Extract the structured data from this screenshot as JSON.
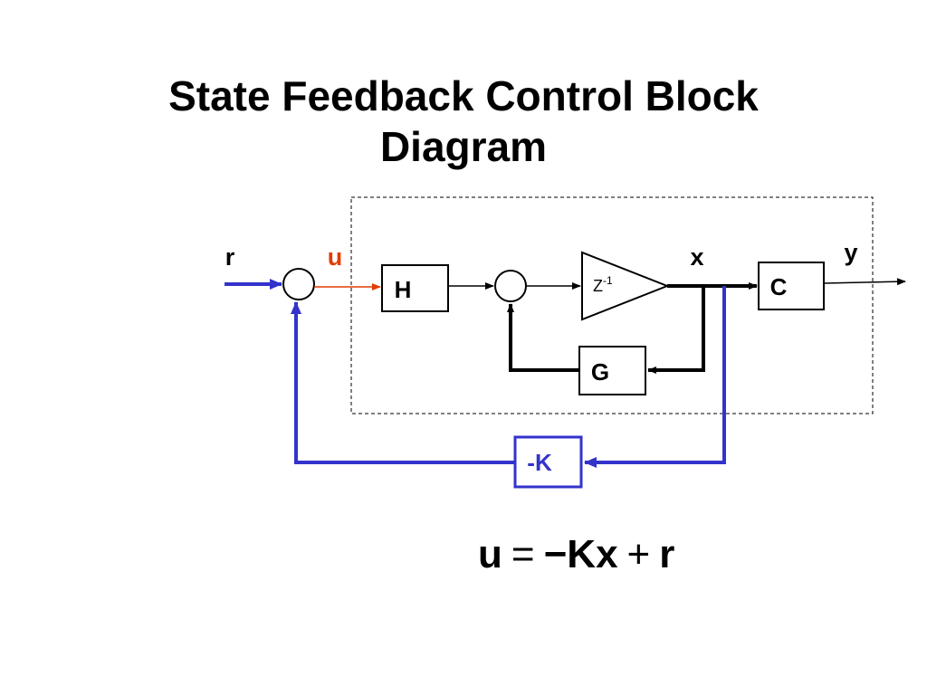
{
  "title": {
    "line1": "State Feedback Control Block",
    "line2": "Diagram"
  },
  "diagram": {
    "signals": {
      "reference": "r",
      "control": "u",
      "state": "x",
      "output": "y"
    },
    "blocks": {
      "input_matrix": "H",
      "delay_base": "Z",
      "delay_exponent": "-1",
      "state_matrix": "G",
      "output_matrix": "C",
      "feedback_gain": "-K"
    },
    "colors": {
      "feedback": "#3333cc",
      "control_signal": "#e03c00",
      "line": "#000000"
    }
  },
  "equation": {
    "lhs": "u",
    "equals": "=",
    "rhs_term": "−Kx",
    "plus": "+",
    "rhs_ref": "r"
  }
}
